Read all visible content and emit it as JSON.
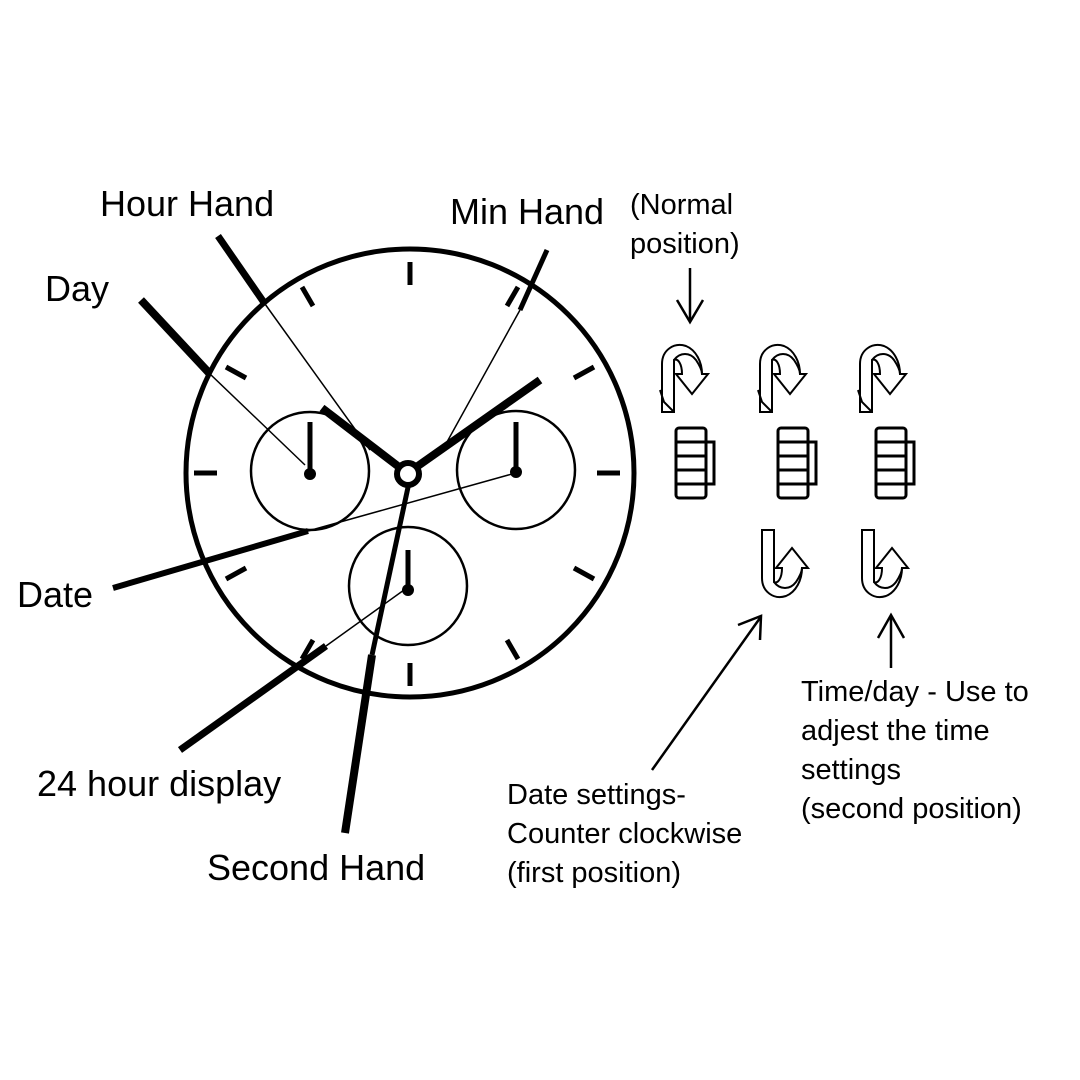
{
  "diagram": {
    "labels": {
      "hour_hand": "Hour Hand",
      "min_hand": "Min Hand",
      "normal_position": [
        "(Normal",
        "position)"
      ],
      "day": "Day",
      "date": "Date",
      "display_24h": "24 hour display",
      "second_hand": "Second Hand",
      "date_settings": [
        "Date settings-",
        "Counter clockwise",
        "(first position)"
      ],
      "time_day": [
        "Time/day - Use to",
        "adjest the time",
        "settings",
        "(second position)"
      ]
    },
    "colors": {
      "ink": "#000000",
      "paper": "#ffffff"
    },
    "crown_positions": [
      {
        "name": "normal",
        "rotation": "clockwise"
      },
      {
        "name": "first",
        "rotation": "clockwise-and-counter-clockwise"
      },
      {
        "name": "second",
        "rotation": "clockwise-and-counter-clockwise"
      }
    ]
  }
}
